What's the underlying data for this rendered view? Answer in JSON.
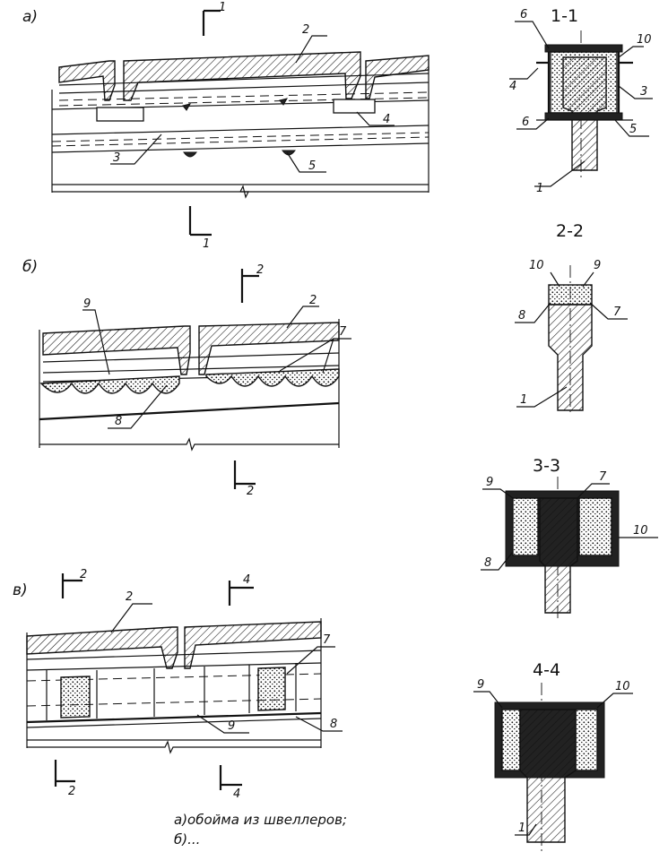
{
  "panels": {
    "a": "а)",
    "b": "б)",
    "v": "в)"
  },
  "section_marks": {
    "s1": "1",
    "s2": "2",
    "s4": "4"
  },
  "section_titles": {
    "t11": "1-1",
    "t22": "2-2",
    "t33": "3-3",
    "t44": "4-4"
  },
  "callouts": {
    "n1": "1",
    "n2": "2",
    "n3": "3",
    "n4": "4",
    "n5": "5",
    "n6": "6",
    "n7": "7",
    "n8": "8",
    "n9": "9",
    "n10": "10"
  },
  "caption": {
    "line1": "а)обойма из швеллеров;",
    "line2": "б)..."
  }
}
